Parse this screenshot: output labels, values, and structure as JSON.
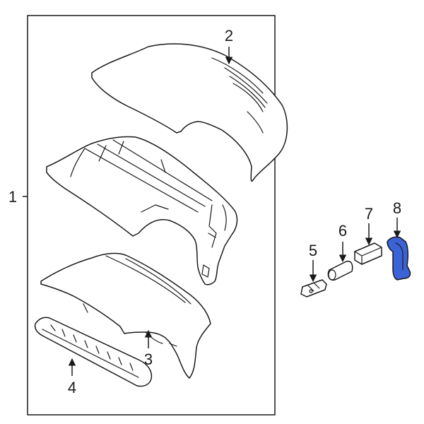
{
  "diagram": {
    "callouts": [
      {
        "id": "1",
        "label": "1"
      },
      {
        "id": "2",
        "label": "2"
      },
      {
        "id": "3",
        "label": "3"
      },
      {
        "id": "4",
        "label": "4"
      },
      {
        "id": "5",
        "label": "5"
      },
      {
        "id": "6",
        "label": "6"
      },
      {
        "id": "7",
        "label": "7"
      },
      {
        "id": "8",
        "label": "8"
      }
    ],
    "highlighted_part": "8",
    "colors": {
      "highlight": "#3b63d8",
      "line": "#1a1a1a",
      "background": "#ffffff"
    }
  }
}
